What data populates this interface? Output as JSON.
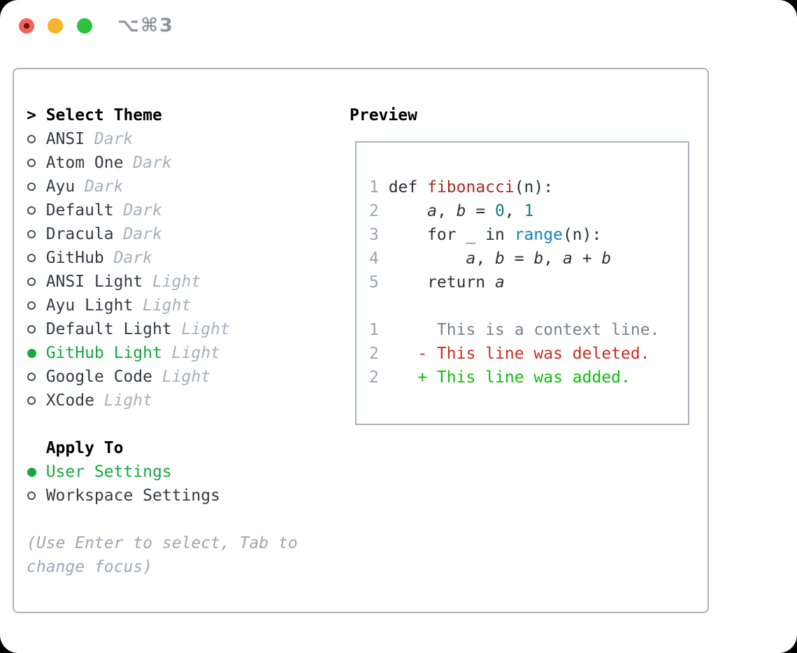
{
  "titlebar": {
    "shortcut": "⌥⌘3"
  },
  "select_theme": {
    "header_marker": ">",
    "header": "Select Theme",
    "items": [
      {
        "label": "ANSI",
        "variant": "Dark",
        "selected": false
      },
      {
        "label": "Atom One",
        "variant": "Dark",
        "selected": false
      },
      {
        "label": "Ayu",
        "variant": "Dark",
        "selected": false
      },
      {
        "label": "Default",
        "variant": "Dark",
        "selected": false
      },
      {
        "label": "Dracula",
        "variant": "Dark",
        "selected": false
      },
      {
        "label": "GitHub",
        "variant": "Dark",
        "selected": false
      },
      {
        "label": "ANSI Light",
        "variant": "Light",
        "selected": false
      },
      {
        "label": "Ayu Light",
        "variant": "Light",
        "selected": false
      },
      {
        "label": "Default Light",
        "variant": "Light",
        "selected": false
      },
      {
        "label": "GitHub Light",
        "variant": "Light",
        "selected": true
      },
      {
        "label": "Google Code",
        "variant": "Light",
        "selected": false
      },
      {
        "label": "XCode",
        "variant": "Light",
        "selected": false
      }
    ]
  },
  "apply_to": {
    "header": "Apply To",
    "items": [
      {
        "label": "User Settings",
        "selected": true
      },
      {
        "label": "Workspace Settings",
        "selected": false
      }
    ]
  },
  "hint": "(Use Enter to select, Tab to change focus)",
  "preview": {
    "title": "Preview",
    "code_lines": [
      {
        "number": "1",
        "tokens": [
          {
            "text": "def ",
            "style": "code"
          },
          {
            "text": "fibonacci",
            "style": "function"
          },
          {
            "text": "(n):",
            "style": "code"
          }
        ]
      },
      {
        "number": "2",
        "tokens": [
          {
            "text": "    ",
            "style": "code"
          },
          {
            "text": "a",
            "style": "variable"
          },
          {
            "text": ", ",
            "style": "code"
          },
          {
            "text": "b",
            "style": "variable"
          },
          {
            "text": " = ",
            "style": "code"
          },
          {
            "text": "0",
            "style": "number"
          },
          {
            "text": ", ",
            "style": "code"
          },
          {
            "text": "1",
            "style": "number"
          }
        ]
      },
      {
        "number": "3",
        "tokens": [
          {
            "text": "    for _ in ",
            "style": "code"
          },
          {
            "text": "range",
            "style": "builtin"
          },
          {
            "text": "(n):",
            "style": "code"
          }
        ]
      },
      {
        "number": "4",
        "tokens": [
          {
            "text": "        ",
            "style": "code"
          },
          {
            "text": "a",
            "style": "variable"
          },
          {
            "text": ", ",
            "style": "code"
          },
          {
            "text": "b",
            "style": "variable"
          },
          {
            "text": " = ",
            "style": "code"
          },
          {
            "text": "b",
            "style": "variable"
          },
          {
            "text": ", ",
            "style": "code"
          },
          {
            "text": "a",
            "style": "variable"
          },
          {
            "text": " + ",
            "style": "code"
          },
          {
            "text": "b",
            "style": "variable"
          }
        ]
      },
      {
        "number": "5",
        "tokens": [
          {
            "text": "    return ",
            "style": "code"
          },
          {
            "text": "a",
            "style": "variable"
          }
        ]
      },
      {
        "number": "",
        "tokens": []
      },
      {
        "number": "1",
        "tokens": [
          {
            "text": "     This is a context line.",
            "style": "context"
          }
        ]
      },
      {
        "number": "2",
        "tokens": [
          {
            "text": "   - This line was deleted.",
            "style": "deleted"
          }
        ]
      },
      {
        "number": "2",
        "tokens": [
          {
            "text": "   + This line was added.",
            "style": "added"
          }
        ]
      }
    ]
  },
  "colors": {
    "selected_green": "#18a73f",
    "added_green": "#0fbe0f",
    "deleted_red": "#cb2f1e",
    "function_red": "#b02a26",
    "number_teal": "#0c7f80",
    "builtin_blue": "#0e82c6",
    "context_gray": "#79828d",
    "border_gray": "#a9b3bd",
    "traffic_red": "#f4605a",
    "traffic_yellow": "#f7b32b",
    "traffic_green": "#2fc23f"
  }
}
